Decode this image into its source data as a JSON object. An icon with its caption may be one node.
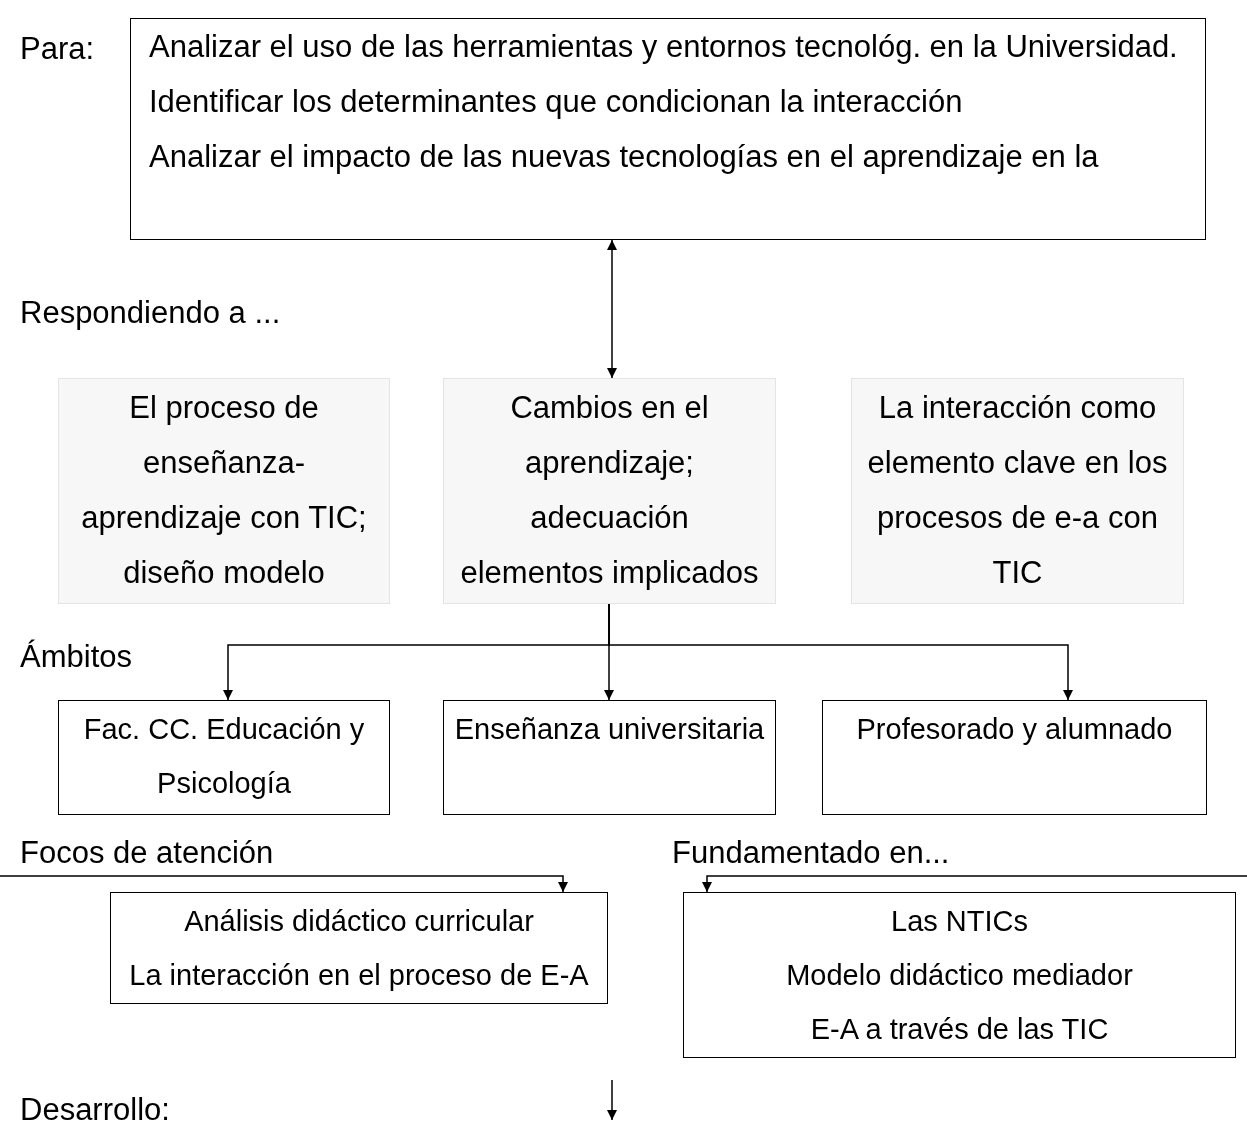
{
  "diagram": {
    "nodes": [
      {
        "text": [
          "Analizar el uso de las herramientas y entornos tecnológ. en la Universidad.",
          "Identificar los determinantes que condicionan la interacción",
          "Analizar el impacto de las nuevas tecnologías en el aprendizaje en la"
        ]
      },
      {
        "text": [
          "El proceso de enseñanza-aprendizaje con TIC; diseño modelo"
        ]
      },
      {
        "text": [
          "Cambios en el aprendizaje; adecuación elementos implicados"
        ]
      },
      {
        "text": [
          "La interacción como elemento clave en los procesos de e-a con TIC"
        ]
      },
      {
        "text": [
          "Fac. CC. Educación y Psicología"
        ]
      },
      {
        "text": [
          "Enseñanza universitaria"
        ]
      },
      {
        "text": [
          "Profesorado y alumnado"
        ]
      },
      {
        "text": [
          "Análisis didáctico curricular",
          "La interacción en el proceso de E-A"
        ]
      },
      {
        "text": [
          "Las NTICs",
          "Modelo didáctico mediador",
          "E-A a través de las TIC"
        ]
      }
    ],
    "edges": [
      {
        "from": 0,
        "to": 2,
        "arrow": "both"
      },
      {
        "from": 2,
        "to": 4,
        "arrow": "to"
      },
      {
        "from": 2,
        "to": 5,
        "arrow": "to"
      },
      {
        "from": 2,
        "to": 6,
        "arrow": "to"
      },
      {
        "from": null,
        "to": 7,
        "arrow": "to"
      },
      {
        "from": null,
        "to": 8,
        "arrow": "to"
      }
    ],
    "labels": [
      "Para:",
      "Respondiendo a ...",
      "Ámbitos",
      "Focos de atención",
      "Fundamentado en...",
      "Desarrollo:"
    ]
  }
}
